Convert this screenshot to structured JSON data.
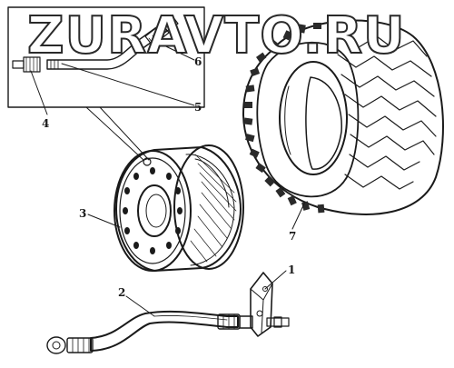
{
  "watermark": "ZURAVTO.RU",
  "callouts": {
    "c1": "1",
    "c2": "2",
    "c3": "3",
    "c4": "4",
    "c5": "5",
    "c6": "6",
    "c7": "7"
  }
}
